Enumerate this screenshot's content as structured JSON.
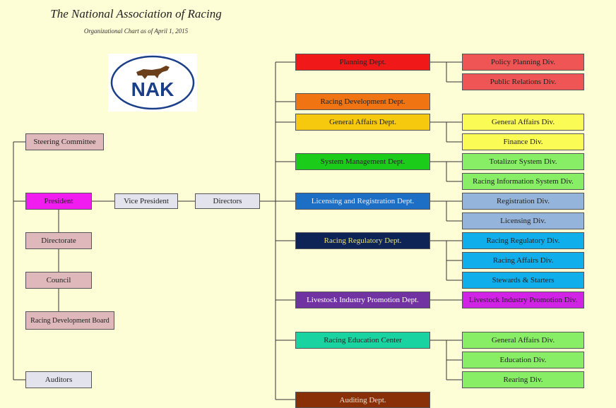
{
  "header": {
    "title": "The National Association of Racing",
    "subtitle": "Organizational Chart as of April 1, 2015"
  },
  "logo": {
    "text": "NAK",
    "icon": "horse-icon"
  },
  "left": {
    "steering": "Steering Committee",
    "president": "President",
    "directorate": "Directorate",
    "council": "Council",
    "rdb": "Racing Development Board",
    "auditors": "Auditors"
  },
  "middle": {
    "vice_president": "Vice President",
    "directors": "Directors"
  },
  "depts": {
    "planning": "Planning Dept.",
    "racing_dev": "Racing Development Dept.",
    "general_affairs": "General Affairs Dept.",
    "system_mgmt": "System Management Dept.",
    "licensing": "Licensing and Registration Dept.",
    "regulatory": "Racing Regulatory Dept.",
    "livestock": "Livestock Industry Promotion Dept.",
    "education": "Racing Education Center",
    "auditing": "Auditing Dept."
  },
  "divs": {
    "policy": "Policy Planning Div.",
    "pr": "Public Relations Div.",
    "ga": "General Affairs Div.",
    "finance": "Finance Div.",
    "totalizor": "Totalizor System Div.",
    "ris": "Racing Information System Div.",
    "registration": "Registration Div.",
    "licensing": "Licensing Div.",
    "regulatory": "Racing Regulatory Div.",
    "affairs": "Racing Affairs Div.",
    "stewards": "Stewards & Starters",
    "livestock": "Livestock Industry Promotion Div.",
    "edu_ga": "General Affairs Div.",
    "education": "Education Div.",
    "rearing": "Rearing Div."
  },
  "colors": {
    "background": "#fdfdd6",
    "pink": "#deb8bb",
    "magenta": "#f01cf0",
    "lavender": "#e3e3ee",
    "red": "#f01818",
    "salmon": "#f05555",
    "orange": "#f07412",
    "yellow": "#f6c80e",
    "light_yellow": "#fbfb56",
    "green": "#1ccc1a",
    "light_green": "#88ee66",
    "blue": "#1c6fc4",
    "light_blue": "#95b4dc",
    "navy": "#0e2456",
    "cyan": "#11aeec",
    "purple": "#7133a2",
    "violet": "#d023e6",
    "teal": "#19d4a0",
    "brown": "#8a3008"
  }
}
